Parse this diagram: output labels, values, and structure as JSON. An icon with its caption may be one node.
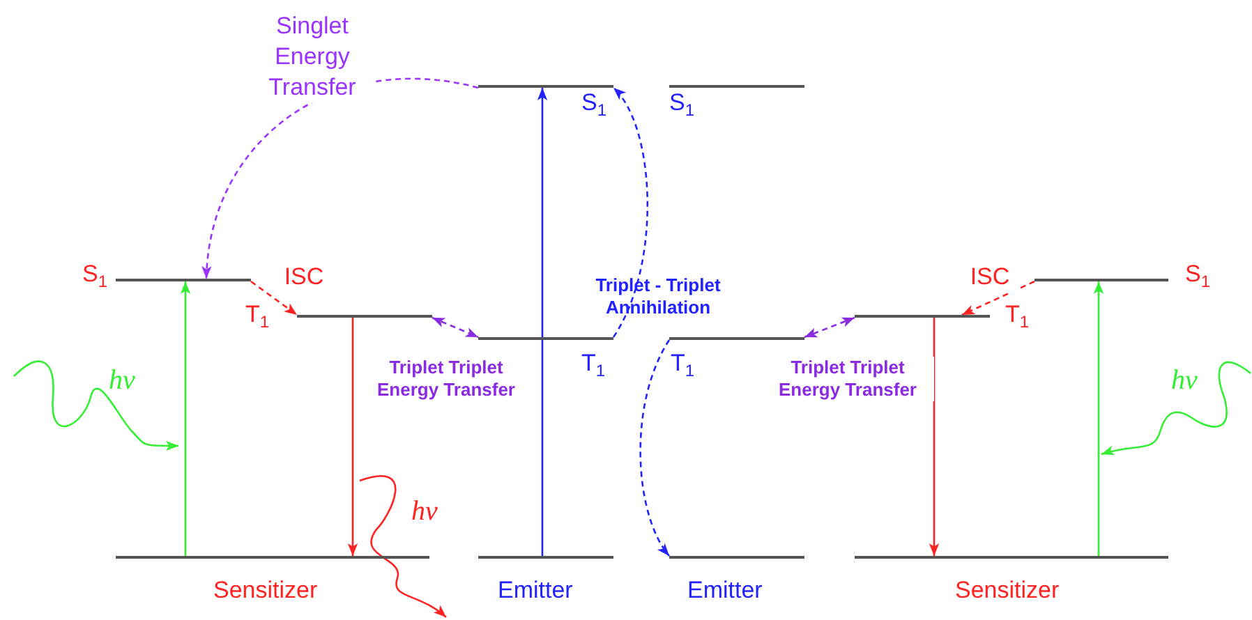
{
  "diagram": {
    "nodes": [
      {
        "text": [],
        "shape": "bar",
        "beside": [
          "S$_{1}$"
        ]
      },
      {
        "text": [],
        "shape": "bar",
        "beside": [
          "T$_{1}$"
        ]
      },
      {
        "text": [],
        "shape": "bar",
        "beside": [
          "Sensitizer"
        ]
      },
      {
        "text": [],
        "shape": "bar",
        "beside": [
          "S$_{1}$"
        ]
      },
      {
        "text": [],
        "shape": "bar",
        "beside": [
          "T$_{1}$"
        ]
      },
      {
        "text": [],
        "shape": "bar",
        "beside": [
          "Emitter"
        ]
      },
      {
        "text": [],
        "shape": "bar",
        "beside": [
          "S$_{1}$"
        ]
      },
      {
        "text": [],
        "shape": "bar",
        "beside": [
          "T$_{1}$"
        ]
      },
      {
        "text": [],
        "shape": "bar",
        "beside": [
          "Emitter"
        ]
      },
      {
        "text": [],
        "shape": "bar",
        "beside": [
          "T$_{1}$"
        ]
      },
      {
        "text": [],
        "shape": "bar",
        "beside": [
          "S$_{1}$"
        ]
      },
      {
        "text": [],
        "shape": "bar",
        "beside": [
          "Sensitizer"
        ]
      }
    ],
    "edges": [
      {
        "from": 2,
        "to": 0,
        "arrow": "to",
        "color": "#33ee33"
      },
      {
        "from": 0,
        "to": 1,
        "arrow": "to",
        "style": "dashed",
        "color": "#ff2222",
        "label": "ISC"
      },
      {
        "from": 1,
        "to": 2,
        "arrow": "to",
        "color": "#ff2222"
      },
      {
        "from": 1,
        "to": 4,
        "arrow": "both",
        "style": "dashed",
        "color": "#8a2be2",
        "label": "Triplet Triplet Energy Transfer"
      },
      {
        "from": 5,
        "to": 3,
        "arrow": "to",
        "color": "#2222ff"
      },
      {
        "from": 3,
        "to": 0,
        "arrow": "to",
        "style": "dashed",
        "color": "#9933ff",
        "label": "Singlet Energy Transfer"
      },
      {
        "from": 4,
        "to": 3,
        "arrow": "to",
        "style": "dashed",
        "color": "#2222ff"
      },
      {
        "from": 7,
        "to": 8,
        "arrow": "to",
        "style": "dashed",
        "color": "#2222ff"
      },
      {
        "from": 9,
        "to": 7,
        "arrow": "both",
        "style": "dashed",
        "color": "#8a2be2",
        "label": "Triplet Triplet Energy Transfer"
      },
      {
        "from": 10,
        "to": 9,
        "arrow": "to",
        "style": "dashed",
        "color": "#ff2222",
        "label": "ISC"
      },
      {
        "from": 9,
        "to": 11,
        "arrow": "to",
        "color": "#ff2222"
      },
      {
        "from": 11,
        "to": 10,
        "arrow": "to",
        "color": "#33ee33"
      }
    ],
    "labels": [
      "hν",
      "hν",
      "Triplet - Triplet Annihilation",
      "hν"
    ]
  }
}
